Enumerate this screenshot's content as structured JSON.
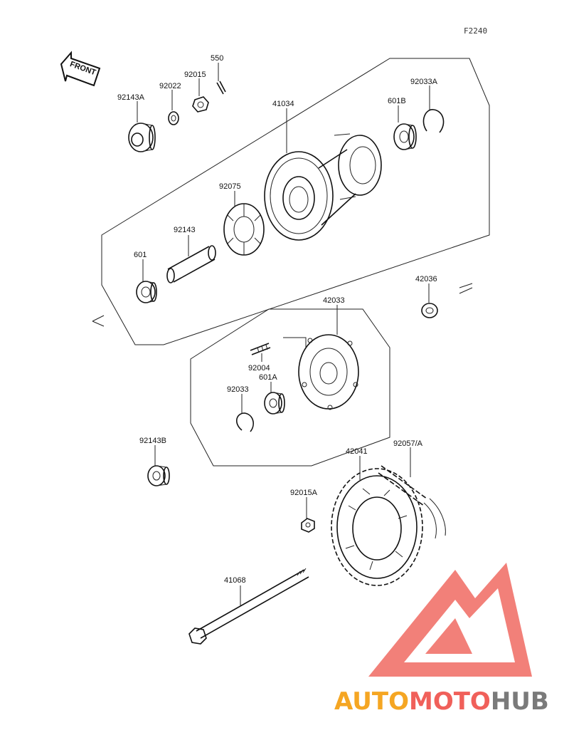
{
  "diagram_code": "F2240",
  "front_label": "FRONT",
  "parts": {
    "p550": "550",
    "p92015": "92015",
    "p92022": "92022",
    "p92143A": "92143A",
    "p41034": "41034",
    "p601B": "601B",
    "p92033A": "92033A",
    "p92075": "92075",
    "p92143": "92143",
    "p601": "601",
    "p42036": "42036",
    "p42033": "42033",
    "p92004": "92004",
    "p601A": "601A",
    "p92033": "92033",
    "p92143B": "92143B",
    "p42041": "42041",
    "p92057A": "92057/A",
    "p92015A": "92015A",
    "p41068": "41068"
  },
  "watermark": {
    "part1": "AUTO",
    "part2": "MOTO",
    "part3": "HUB",
    "colors": {
      "auto": "#f5a623",
      "moto": "#f0605a",
      "hub": "#7a7a7a",
      "logo": "#f06a62"
    }
  }
}
